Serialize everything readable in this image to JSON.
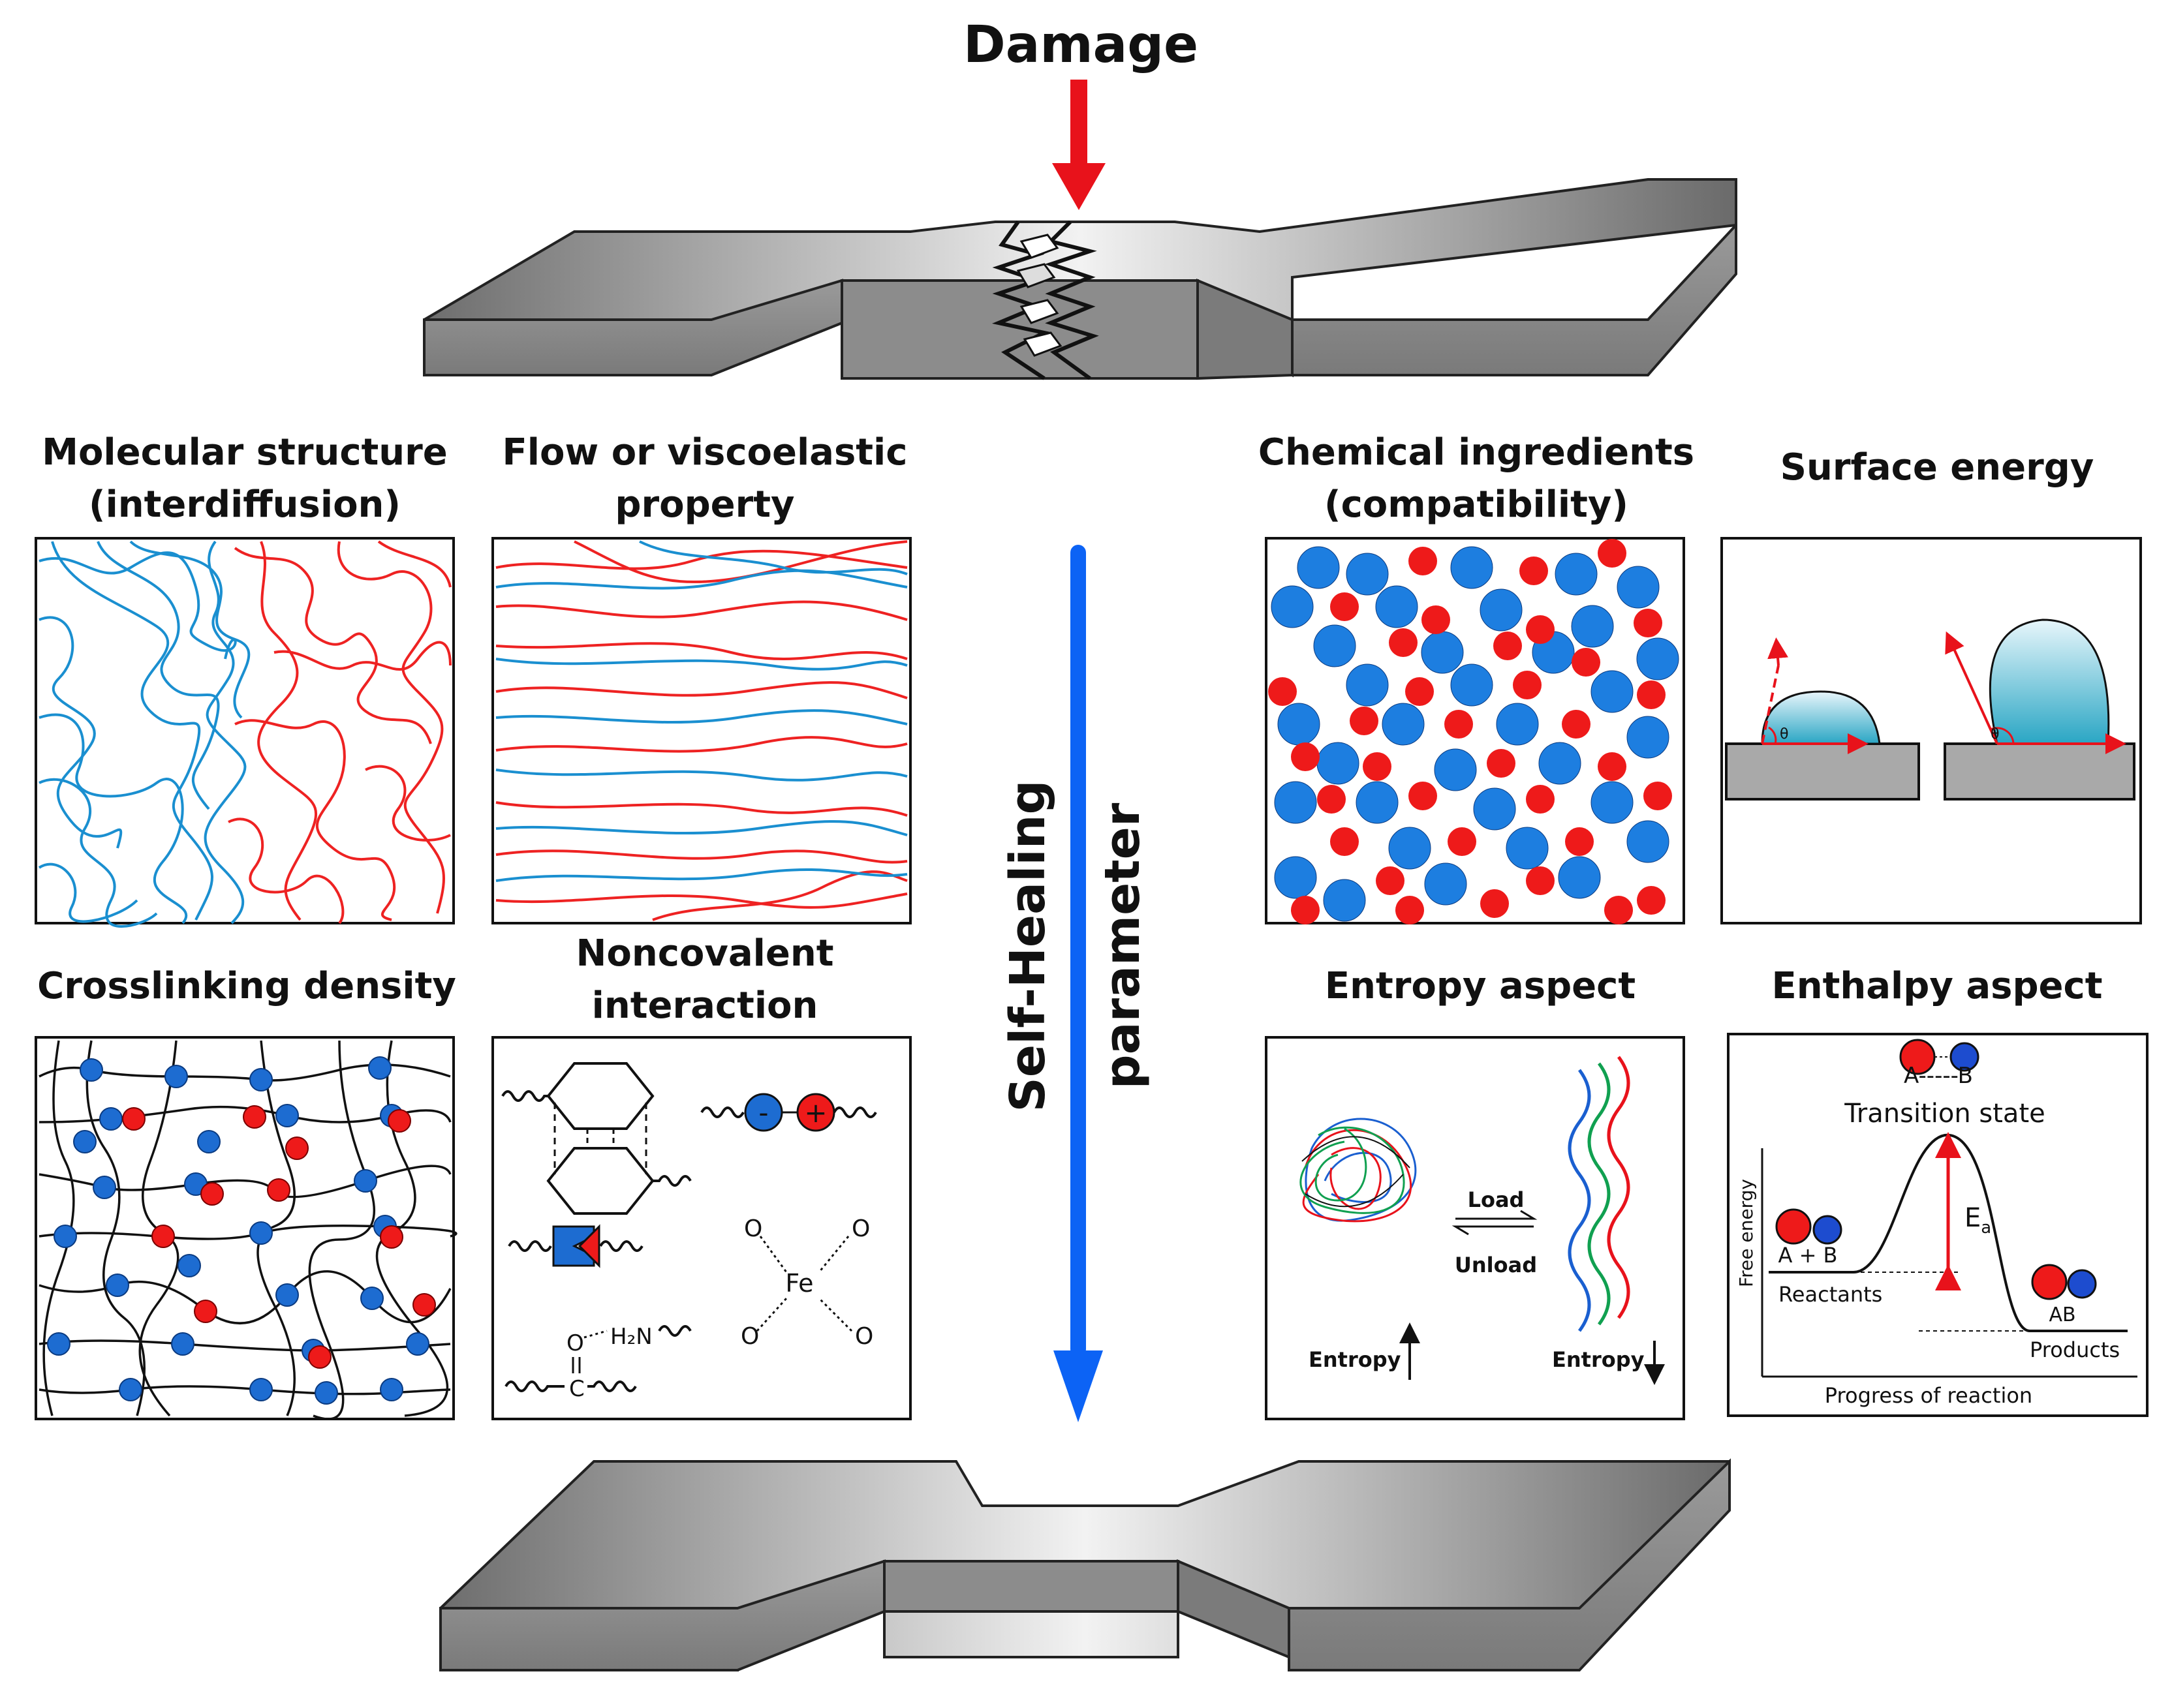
{
  "title": "Damage",
  "center_label": [
    "Self-Healing",
    "parameter"
  ],
  "panels": {
    "molecular": [
      "Molecular structure",
      "(interdiffusion)"
    ],
    "flow": [
      "Flow or viscoelastic",
      "property"
    ],
    "chemical": [
      "Chemical ingredients",
      "(compatibility)"
    ],
    "surface": [
      "Surface energy"
    ],
    "crosslink": [
      "Crosslinking density"
    ],
    "noncovalent": [
      "Noncovalent",
      "interaction"
    ],
    "entropy": [
      "Entropy aspect"
    ],
    "enthalpy": [
      "Enthalpy aspect"
    ]
  },
  "noncovalent_labels": {
    "minus": "-",
    "plus": "+",
    "o": "O",
    "fe": "Fe",
    "h2n": "H₂N",
    "c": "C"
  },
  "entropy_labels": {
    "load": "Load",
    "unload": "Unload",
    "entropy": "Entropy"
  },
  "enthalpy_labels": {
    "ab_top": "A-----B",
    "transition": "Transition state",
    "ea": "E",
    "ea_sub": "a",
    "a_plus_b": "A + B",
    "reactants": "Reactants",
    "ab": "AB",
    "products": "Products",
    "free_energy": "Free energy",
    "progress": "Progress of reaction"
  },
  "surface_labels": {
    "theta": "θ"
  },
  "colors": {
    "red": "#e8121b",
    "blue": "#0a5fd6",
    "chain_blue": "#1a8fd0",
    "chain_red": "#ee2222",
    "slab": "#a9a9a9",
    "arrow_blue": "#0c63f5"
  }
}
